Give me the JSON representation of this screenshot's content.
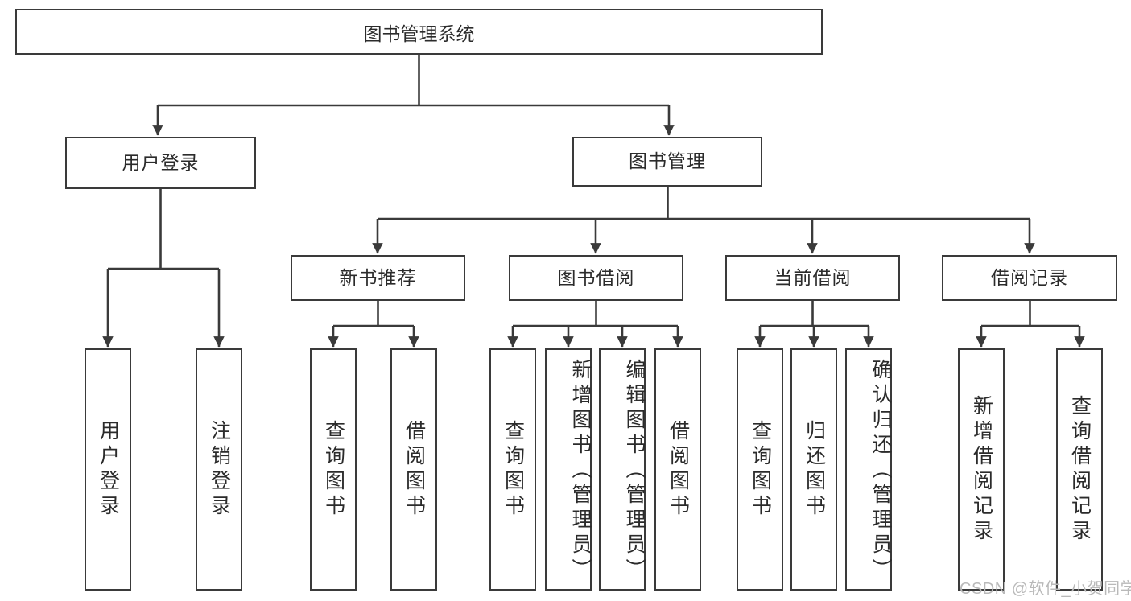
{
  "diagram": {
    "title": "图书管理系统",
    "watermark": "CSDN @软件_小贺同学",
    "style": {
      "stroke": "#3a3a3a",
      "fill": "#ffffff",
      "text": "#2b2b2b",
      "watermark_color": "#b9b9b9"
    },
    "root": {
      "label": "图书管理系统"
    },
    "level1": [
      {
        "label": "用户登录"
      },
      {
        "label": "图书管理"
      }
    ],
    "level2": [
      {
        "label": "新书推荐"
      },
      {
        "label": "图书借阅"
      },
      {
        "label": "当前借阅"
      },
      {
        "label": "借阅记录"
      }
    ],
    "leaves": {
      "user_login": [
        {
          "label": "用户登录"
        },
        {
          "label": "注销登录"
        }
      ],
      "new_book_recommend": [
        {
          "label": "查询图书"
        },
        {
          "label": "借阅图书"
        }
      ],
      "book_borrow": [
        {
          "label": "查询图书"
        },
        {
          "label": "新增图书（管理员）"
        },
        {
          "label": "编辑图书（管理员）"
        },
        {
          "label": "借阅图书"
        }
      ],
      "current_borrow": [
        {
          "label": "查询图书"
        },
        {
          "label": "归还图书"
        },
        {
          "label": "确认归还（管理员）"
        }
      ],
      "borrow_record": [
        {
          "label": "新增借阅记录"
        },
        {
          "label": "查询借阅记录"
        }
      ]
    }
  },
  "chart_data": {
    "type": "tree-diagram",
    "title": "图书管理系统",
    "orientation": "top-down",
    "nodes": [
      {
        "id": "root",
        "label": "图书管理系统",
        "level": 0,
        "parent": null
      },
      {
        "id": "user_login",
        "label": "用户登录",
        "level": 1,
        "parent": "root"
      },
      {
        "id": "book_mgmt",
        "label": "图书管理",
        "level": 1,
        "parent": "root"
      },
      {
        "id": "l_user_login",
        "label": "用户登录",
        "level": 2,
        "parent": "user_login"
      },
      {
        "id": "l_logout",
        "label": "注销登录",
        "level": 2,
        "parent": "user_login"
      },
      {
        "id": "new_book",
        "label": "新书推荐",
        "level": 2,
        "parent": "book_mgmt"
      },
      {
        "id": "book_borrow",
        "label": "图书借阅",
        "level": 2,
        "parent": "book_mgmt"
      },
      {
        "id": "current_borrow",
        "label": "当前借阅",
        "level": 2,
        "parent": "book_mgmt"
      },
      {
        "id": "borrow_record",
        "label": "借阅记录",
        "level": 2,
        "parent": "book_mgmt"
      },
      {
        "id": "nb_query",
        "label": "查询图书",
        "level": 3,
        "parent": "new_book"
      },
      {
        "id": "nb_borrow",
        "label": "借阅图书",
        "level": 3,
        "parent": "new_book"
      },
      {
        "id": "bb_query",
        "label": "查询图书",
        "level": 3,
        "parent": "book_borrow"
      },
      {
        "id": "bb_add",
        "label": "新增图书（管理员）",
        "level": 3,
        "parent": "book_borrow"
      },
      {
        "id": "bb_edit",
        "label": "编辑图书（管理员）",
        "level": 3,
        "parent": "book_borrow"
      },
      {
        "id": "bb_borrow",
        "label": "借阅图书",
        "level": 3,
        "parent": "book_borrow"
      },
      {
        "id": "cb_query",
        "label": "查询图书",
        "level": 3,
        "parent": "current_borrow"
      },
      {
        "id": "cb_return",
        "label": "归还图书",
        "level": 3,
        "parent": "current_borrow"
      },
      {
        "id": "cb_confirm",
        "label": "确认归还（管理员）",
        "level": 3,
        "parent": "current_borrow"
      },
      {
        "id": "br_add",
        "label": "新增借阅记录",
        "level": 3,
        "parent": "borrow_record"
      },
      {
        "id": "br_query",
        "label": "查询借阅记录",
        "level": 3,
        "parent": "borrow_record"
      }
    ]
  }
}
